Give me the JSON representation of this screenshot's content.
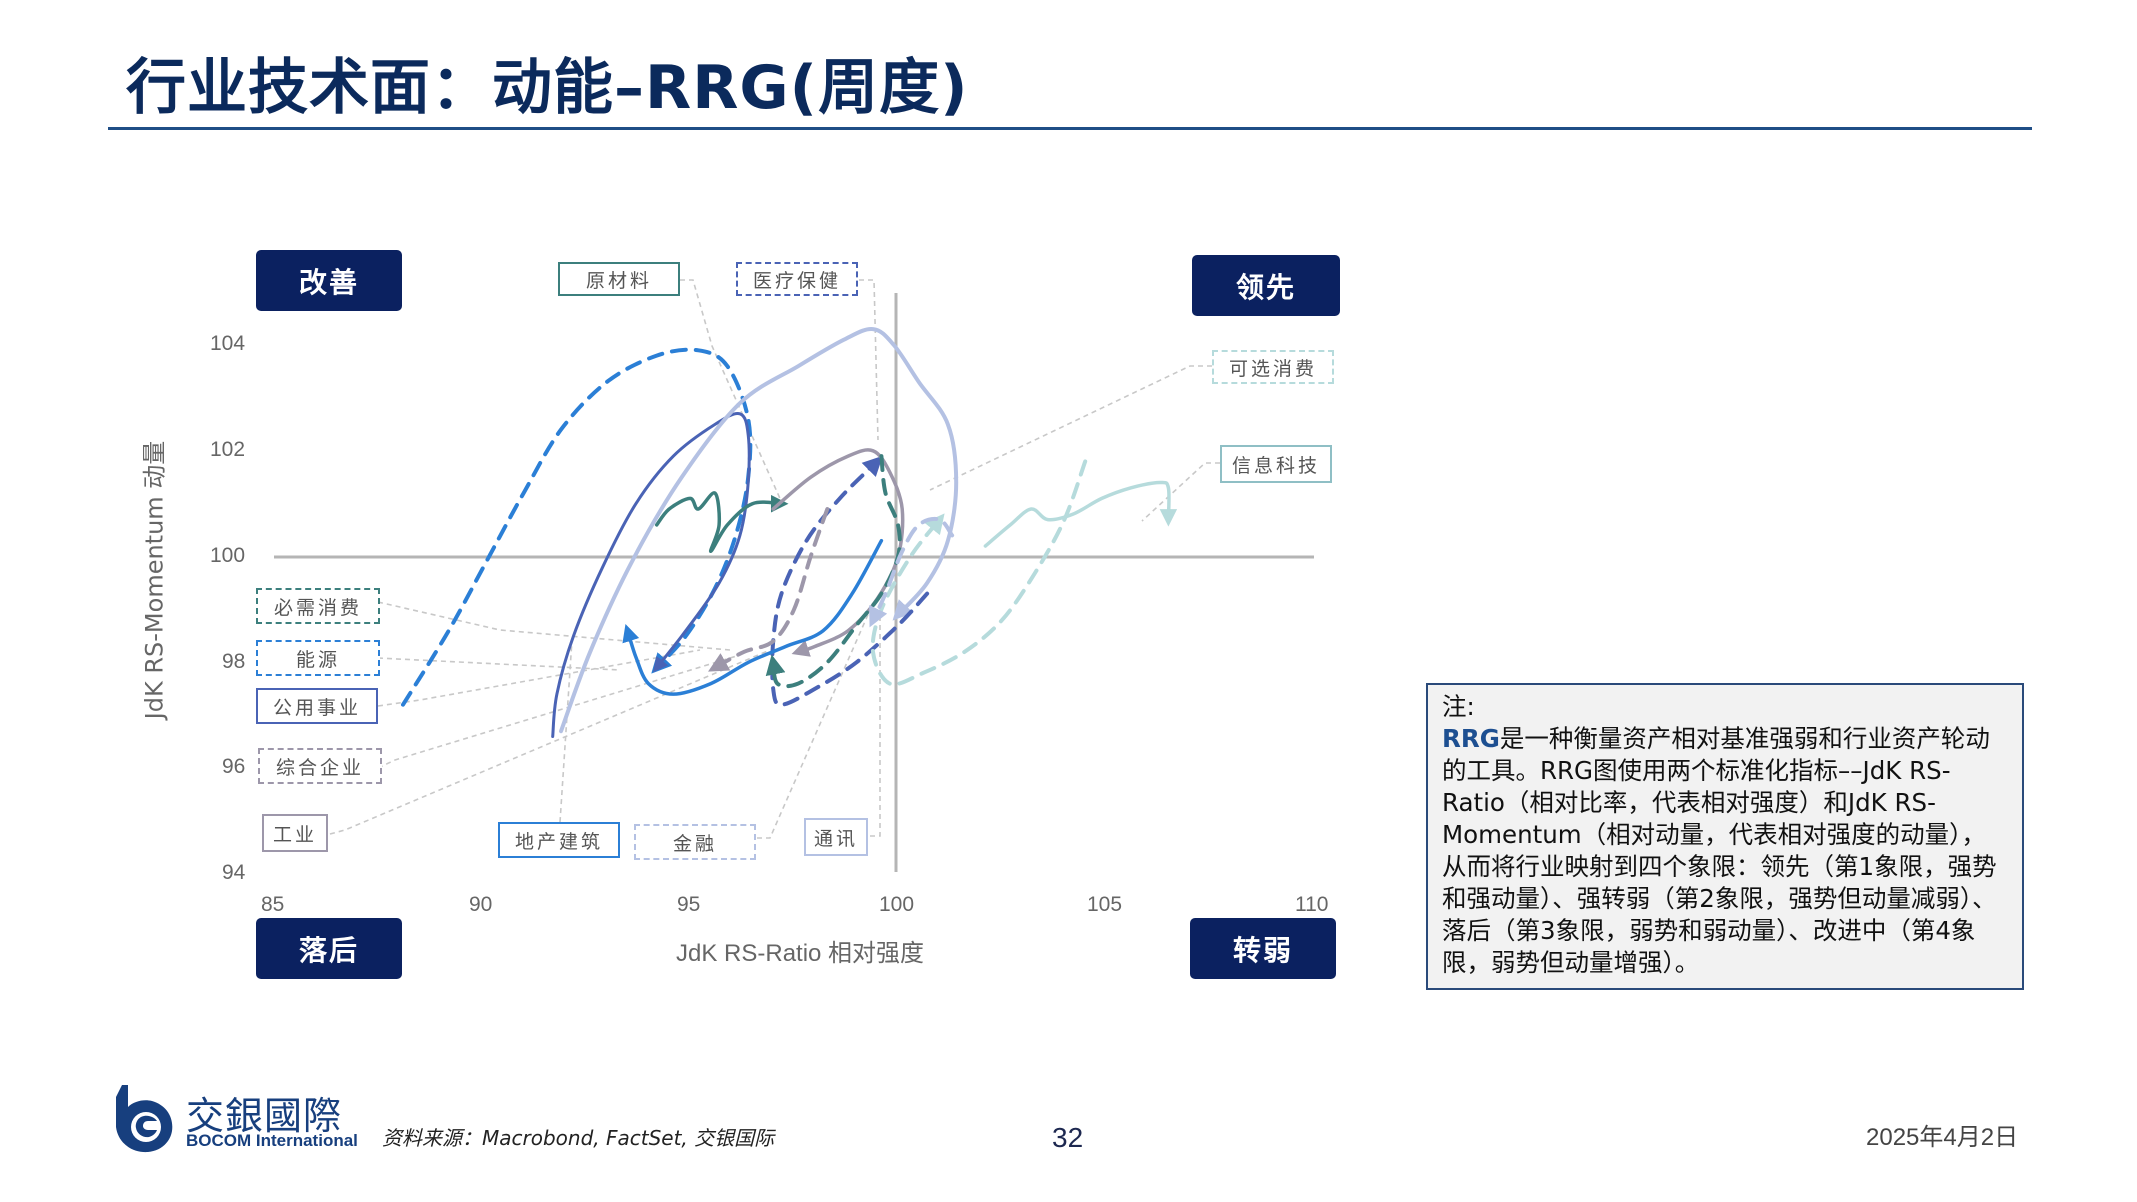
{
  "header": {
    "title": "行业技术面：动能–RRG(周度)"
  },
  "quadrants": {
    "improving": "改善",
    "leading": "领先",
    "lagging": "落后",
    "weakening": "转弱"
  },
  "note": {
    "heading": "注:",
    "highlight": "RRG",
    "body": "是一种衡量资产相对基准强弱和行业资产轮动的工具。RRG图使用两个标准化指标––JdK RS-Ratio（相对比率，代表相对强度）和JdK RS-Momentum（相对动量，代表相对强度的动量），从而将行业映射到四个象限：领先（第1象限，强势和强动量）、强转弱（第2象限，强势但动量减弱）、落后（第3象限，弱势和弱动量）、改进中（第4象限，弱势但动量增强）。"
  },
  "footer": {
    "logo_cn": "交銀國際",
    "logo_en": "BOCOM International",
    "source": "资料来源：Macrobond, FactSet, 交银国际",
    "page": "32",
    "date": "2025年4月2日"
  },
  "colors": {
    "title": "#0b2a5c",
    "quadrant_bg": "#0b2160",
    "axis_line": "#b0b0b0",
    "leader_line": "#c8c8c8"
  },
  "chart_data": {
    "type": "line",
    "title": "行业技术面：动能–RRG(周度)",
    "xlabel": "JdK RS-Ratio 相对强度",
    "ylabel": "JdK RS-Momentum 动量",
    "xlim": [
      85,
      110
    ],
    "ylim": [
      94,
      104
    ],
    "xticks": [
      85,
      90,
      95,
      100,
      105,
      110
    ],
    "yticks": [
      94,
      96,
      98,
      100,
      102,
      104
    ],
    "reference_lines": {
      "x": 100,
      "y": 100
    },
    "grid": false,
    "quadrant_labels": {
      "top_left": "改善",
      "top_right": "领先",
      "bottom_left": "落后",
      "bottom_right": "转弱"
    },
    "series": [
      {
        "name": "能源",
        "color": "#2b7fd6",
        "dash": true,
        "width": 4,
        "points": [
          [
            88.1,
            97.2
          ],
          [
            89.2,
            98.6
          ],
          [
            90.1,
            99.9
          ],
          [
            91.0,
            101.2
          ],
          [
            91.9,
            102.4
          ],
          [
            93.0,
            103.3
          ],
          [
            94.2,
            103.8
          ],
          [
            95.2,
            103.9
          ],
          [
            95.9,
            103.6
          ],
          [
            96.4,
            102.6
          ],
          [
            96.4,
            101.5
          ],
          [
            96.1,
            100.4
          ],
          [
            95.6,
            99.4
          ],
          [
            94.9,
            98.5
          ],
          [
            94.2,
            97.9
          ]
        ]
      },
      {
        "name": "公用事业",
        "color": "#4a63b5",
        "dash": false,
        "width": 3,
        "points": [
          [
            91.7,
            96.6
          ],
          [
            91.8,
            97.4
          ],
          [
            92.2,
            98.5
          ],
          [
            92.9,
            99.8
          ],
          [
            93.7,
            101.0
          ],
          [
            94.6,
            101.9
          ],
          [
            95.6,
            102.5
          ],
          [
            96.2,
            102.7
          ],
          [
            96.4,
            102.3
          ],
          [
            96.4,
            101.4
          ],
          [
            96.2,
            100.4
          ],
          [
            95.7,
            99.5
          ],
          [
            94.9,
            98.6
          ],
          [
            94.2,
            97.9
          ]
        ]
      },
      {
        "name": "通讯",
        "color": "#b4c1e3",
        "dash": false,
        "width": 4,
        "points": [
          [
            91.9,
            96.7
          ],
          [
            92.6,
            98.2
          ],
          [
            93.6,
            99.9
          ],
          [
            94.8,
            101.5
          ],
          [
            96.2,
            102.9
          ],
          [
            97.6,
            103.6
          ],
          [
            98.7,
            104.1
          ],
          [
            99.4,
            104.3
          ],
          [
            99.9,
            104.0
          ],
          [
            100.5,
            103.3
          ],
          [
            101.2,
            102.5
          ],
          [
            101.4,
            101.4
          ],
          [
            101.2,
            100.3
          ],
          [
            100.7,
            99.5
          ],
          [
            100.0,
            98.9
          ]
        ]
      },
      {
        "name": "原材料",
        "color": "#3c7f7d",
        "dash": false,
        "width": 3.5,
        "points": [
          [
            94.2,
            100.6
          ],
          [
            94.5,
            100.9
          ],
          [
            95.0,
            101.1
          ],
          [
            95.2,
            100.9
          ],
          [
            95.6,
            101.2
          ],
          [
            95.7,
            100.6
          ],
          [
            95.5,
            100.1
          ],
          [
            95.9,
            100.6
          ],
          [
            96.5,
            101.0
          ],
          [
            97.2,
            101.0
          ]
        ]
      },
      {
        "name": "医疗保健",
        "color": "#4a63b5",
        "dash": true,
        "width": 4,
        "points": [
          [
            100.7,
            99.3
          ],
          [
            100.0,
            98.7
          ],
          [
            99.0,
            98.0
          ],
          [
            98.0,
            97.5
          ],
          [
            97.2,
            97.2
          ],
          [
            97.0,
            97.5
          ],
          [
            97.0,
            98.4
          ],
          [
            97.2,
            99.3
          ],
          [
            97.8,
            100.3
          ],
          [
            98.6,
            101.1
          ],
          [
            99.5,
            101.8
          ]
        ]
      },
      {
        "name": "综合企业",
        "color": "#9d97aa",
        "dash": true,
        "width": 4,
        "points": [
          [
            98.3,
            100.9
          ],
          [
            97.9,
            100.0
          ],
          [
            97.5,
            99.0
          ],
          [
            97.0,
            98.4
          ],
          [
            96.3,
            98.2
          ],
          [
            95.6,
            97.9
          ]
        ]
      },
      {
        "name": "工业",
        "color": "#9d97aa",
        "dash": false,
        "width": 3.5,
        "points": [
          [
            97.0,
            100.9
          ],
          [
            97.9,
            101.5
          ],
          [
            98.8,
            101.9
          ],
          [
            99.4,
            102.0
          ],
          [
            99.8,
            101.6
          ],
          [
            100.1,
            100.9
          ],
          [
            100.0,
            100.0
          ],
          [
            99.5,
            99.2
          ],
          [
            98.8,
            98.6
          ],
          [
            98.0,
            98.3
          ],
          [
            97.6,
            98.2
          ]
        ]
      },
      {
        "name": "地产建筑",
        "color": "#2b7fd6",
        "dash": false,
        "width": 3.5,
        "points": [
          [
            99.6,
            100.3
          ],
          [
            98.9,
            99.3
          ],
          [
            98.2,
            98.6
          ],
          [
            97.3,
            98.3
          ],
          [
            96.4,
            98.0
          ],
          [
            95.5,
            97.6
          ],
          [
            94.6,
            97.4
          ],
          [
            94.0,
            97.6
          ],
          [
            93.7,
            98.1
          ],
          [
            93.5,
            98.6
          ]
        ]
      },
      {
        "name": "必需消费",
        "color": "#3c7f7d",
        "dash": true,
        "width": 4,
        "points": [
          [
            99.6,
            101.9
          ],
          [
            99.7,
            101.2
          ],
          [
            100.0,
            100.6
          ],
          [
            100.0,
            100.0
          ],
          [
            99.6,
            99.3
          ],
          [
            99.0,
            98.7
          ],
          [
            98.3,
            98.0
          ],
          [
            97.6,
            97.6
          ],
          [
            97.1,
            97.6
          ],
          [
            97.0,
            98.0
          ]
        ]
      },
      {
        "name": "可选消费",
        "color": "#b6dbdc",
        "dash": true,
        "width": 4,
        "points": [
          [
            104.5,
            101.8
          ],
          [
            104.0,
            100.7
          ],
          [
            103.3,
            99.7
          ],
          [
            102.5,
            98.8
          ],
          [
            101.6,
            98.2
          ],
          [
            100.6,
            97.8
          ],
          [
            99.8,
            97.6
          ],
          [
            99.4,
            98.2
          ],
          [
            99.6,
            99.0
          ],
          [
            100.3,
            100.0
          ],
          [
            101.0,
            100.7
          ]
        ]
      },
      {
        "name": "信息科技",
        "color": "#b6dbdc",
        "dash": false,
        "width": 3.5,
        "points": [
          [
            102.1,
            100.2
          ],
          [
            102.7,
            100.6
          ],
          [
            103.2,
            100.9
          ],
          [
            103.6,
            100.7
          ],
          [
            104.2,
            100.8
          ],
          [
            104.9,
            101.1
          ],
          [
            105.6,
            101.3
          ],
          [
            106.3,
            101.4
          ],
          [
            106.5,
            101.3
          ],
          [
            106.5,
            100.7
          ]
        ]
      },
      {
        "name": "金融",
        "color": "#b4c1e3",
        "dash": true,
        "width": 4,
        "points": [
          [
            101.3,
            100.4
          ],
          [
            101.0,
            100.7
          ],
          [
            100.5,
            100.6
          ],
          [
            100.1,
            100.1
          ],
          [
            99.7,
            99.3
          ],
          [
            99.4,
            98.8
          ]
        ]
      }
    ]
  },
  "legend_boxes": [
    {
      "name": "原材料",
      "color": "#3c7f7d",
      "dash": false
    },
    {
      "name": "医疗保健",
      "color": "#4a63b5",
      "dash": true
    },
    {
      "name": "可选消费",
      "color": "#b6dbdc",
      "dash": true
    },
    {
      "name": "信息科技",
      "color": "#8fbfc5",
      "dash": false
    },
    {
      "name": "必需消费",
      "color": "#3c7f7d",
      "dash": true
    },
    {
      "name": "能源",
      "color": "#2b7fd6",
      "dash": true
    },
    {
      "name": "公用事业",
      "color": "#4a63b5",
      "dash": false
    },
    {
      "name": "综合企业",
      "color": "#9d97aa",
      "dash": true
    },
    {
      "name": "工业",
      "color": "#9d97aa",
      "dash": false
    },
    {
      "name": "地产建筑",
      "color": "#2b7fd6",
      "dash": false
    },
    {
      "name": "金融",
      "color": "#b4c1e3",
      "dash": true
    },
    {
      "name": "通讯",
      "color": "#b4c1e3",
      "dash": false
    }
  ]
}
